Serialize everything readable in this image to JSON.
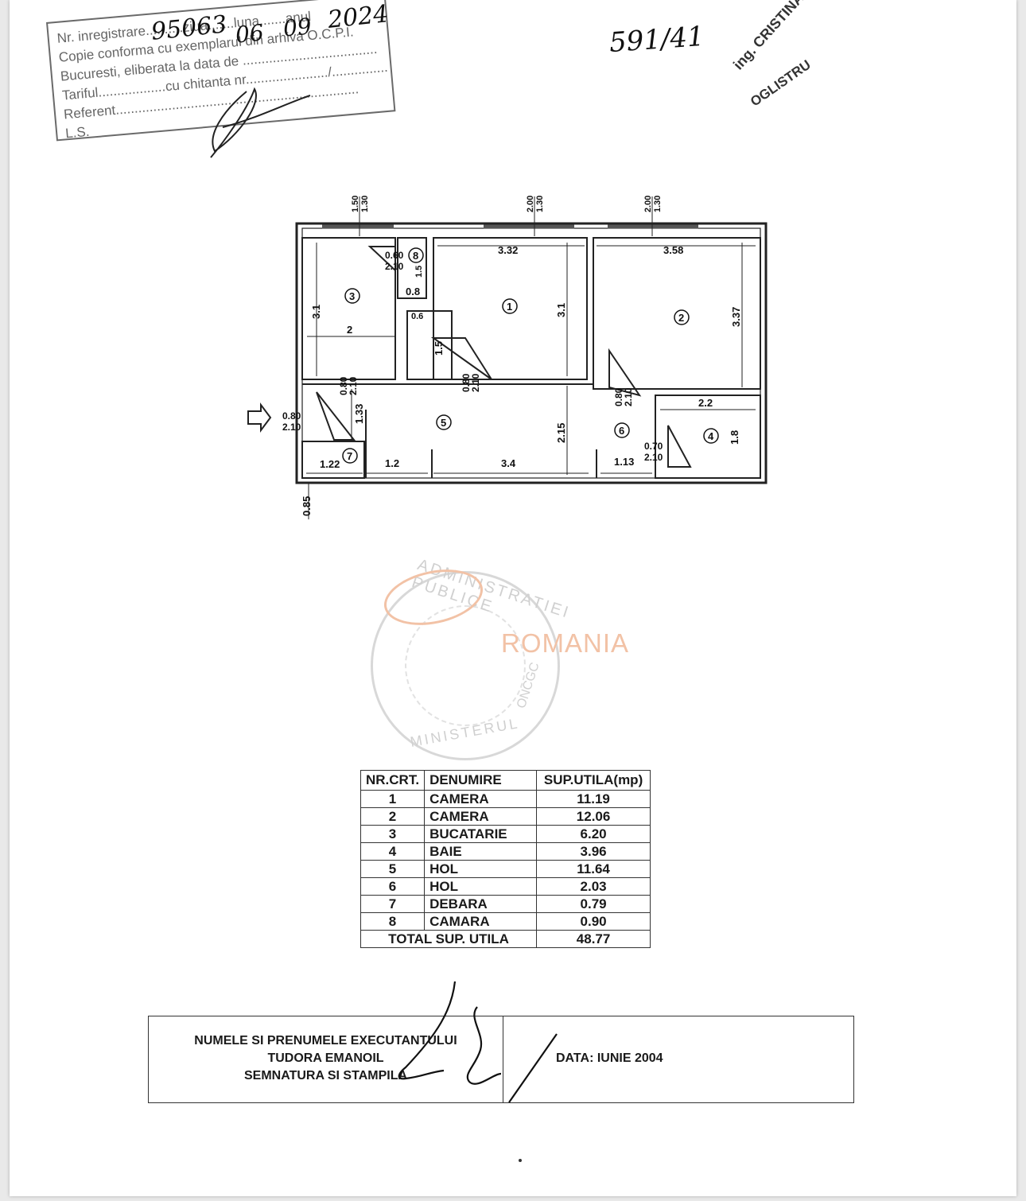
{
  "stamp": {
    "line1": "Nr. inregistrare..........ziua.......luna.......anul",
    "line2": "Copie conforma cu exemplarul din arhiva O.C.P.I.",
    "line3": "Bucuresti, eliberata la data de ....................................",
    "line4": "Tariful..................cu chitanta nr....................../...............",
    "line5": "Referent.................................................................",
    "line6": "L.S.",
    "handwritten_number": "95063",
    "handwritten_day": "06",
    "handwritten_month": "09",
    "handwritten_year": "2024"
  },
  "reference_number": "591/41",
  "name_stamp": {
    "line1": "ing. CRISTINA",
    "line2": "OGLISTRU"
  },
  "plan": {
    "windows": [
      "1.50",
      "1.30",
      "2.00",
      "1.30",
      "2.00",
      "1.30"
    ],
    "rooms": {
      "r1": "1",
      "r2": "2",
      "r3": "3",
      "r4": "4",
      "r5": "5",
      "r6": "6",
      "r7": "7",
      "r8": "8"
    },
    "dims": {
      "d332": "3.32",
      "d358": "3.58",
      "d31a": "3.1",
      "d31b": "3.1",
      "d337": "3.37",
      "d2": "2",
      "d08a": "0.8",
      "d06": "0.6",
      "d15a": "1.5",
      "d15b": "1.5",
      "d22": "2.2",
      "d18": "1.8",
      "d215": "2.15",
      "d133": "1.33",
      "d122": "1.22",
      "d12": "1.2",
      "d34": "3.4",
      "d113": "1.13",
      "d085": "0.85"
    },
    "doors": {
      "a_top": "0.60",
      "a_bot": "2.10",
      "b_top": "0.80",
      "b_bot": "2.10",
      "c_top": "0.80",
      "c_bot": "2.10",
      "d_top": "0.80",
      "d_bot": "2.10",
      "e_top": "0.80",
      "e_bot": "2.10",
      "f_top": "0.70",
      "f_bot": "2.10"
    }
  },
  "seal": {
    "top": "ADMINISTRATIEI PUBLICE",
    "bottom": "MINISTERUL",
    "right": "ONCGC"
  },
  "watermark": "ROMANIA",
  "table": {
    "headers": [
      "NR.CRT.",
      "DENUMIRE",
      "SUP.UTILA(mp)"
    ],
    "rows": [
      [
        "1",
        "CAMERA",
        "11.19"
      ],
      [
        "2",
        "CAMERA",
        "12.06"
      ],
      [
        "3",
        "BUCATARIE",
        "6.20"
      ],
      [
        "4",
        "BAIE",
        "3.96"
      ],
      [
        "5",
        "HOL",
        "11.64"
      ],
      [
        "6",
        "HOL",
        "2.03"
      ],
      [
        "7",
        "DEBARA",
        "0.79"
      ],
      [
        "8",
        "CAMARA",
        "0.90"
      ]
    ],
    "total_label": "TOTAL SUP. UTILA",
    "total_value": "48.77"
  },
  "footer": {
    "line1": "NUMELE SI PRENUMELE EXECUTANTULUI",
    "line2": "TUDORA EMANOIL",
    "line3": "SEMNATURA SI STAMPILA",
    "date": "DATA: IUNIE 2004"
  }
}
